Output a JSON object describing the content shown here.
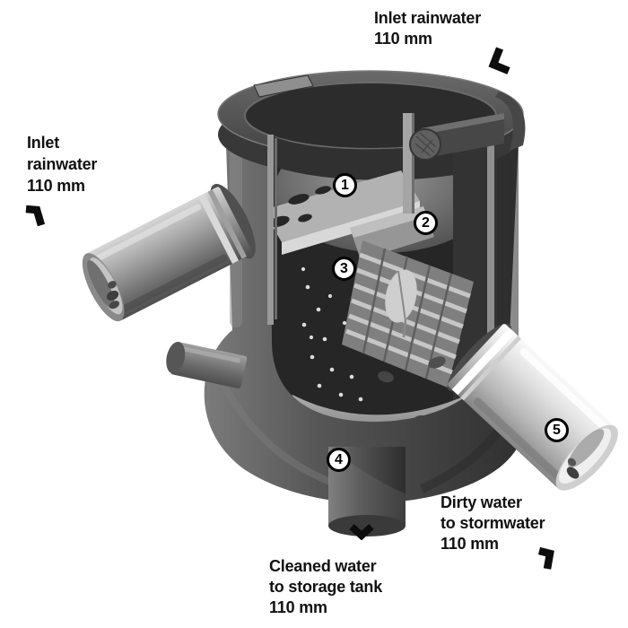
{
  "labels": {
    "inlet_top": {
      "line1": "Inlet rainwater",
      "line2": "110 mm"
    },
    "inlet_left": {
      "line1": "Inlet",
      "line2": "rainwater",
      "line3": "110 mm"
    },
    "dirty_water": {
      "line1": "Dirty water",
      "line2": "to stormwater",
      "line3": "110 mm"
    },
    "cleaned_water": {
      "line1": "Cleaned water",
      "line2": "to storage tank",
      "line3": "110 mm"
    }
  },
  "markers": [
    {
      "number": "1"
    },
    {
      "number": "2"
    },
    {
      "number": "3"
    },
    {
      "number": "4"
    },
    {
      "number": "5"
    }
  ],
  "icons": {
    "arrow_top_right": "bent-arrow-down-left-icon",
    "arrow_left": "bent-arrow-down-right-icon",
    "arrow_bottom_center": "chevron-down-icon",
    "arrow_bottom_right": "bent-arrow-down-icon"
  },
  "colors": {
    "background": "#ffffff",
    "text": "#111111",
    "marker_fill": "#ffffff",
    "marker_border": "#000000",
    "vessel_dark": "#3d3d3d",
    "vessel_light": "#7b7b7b",
    "pipe_light": "#e0e0e0"
  }
}
